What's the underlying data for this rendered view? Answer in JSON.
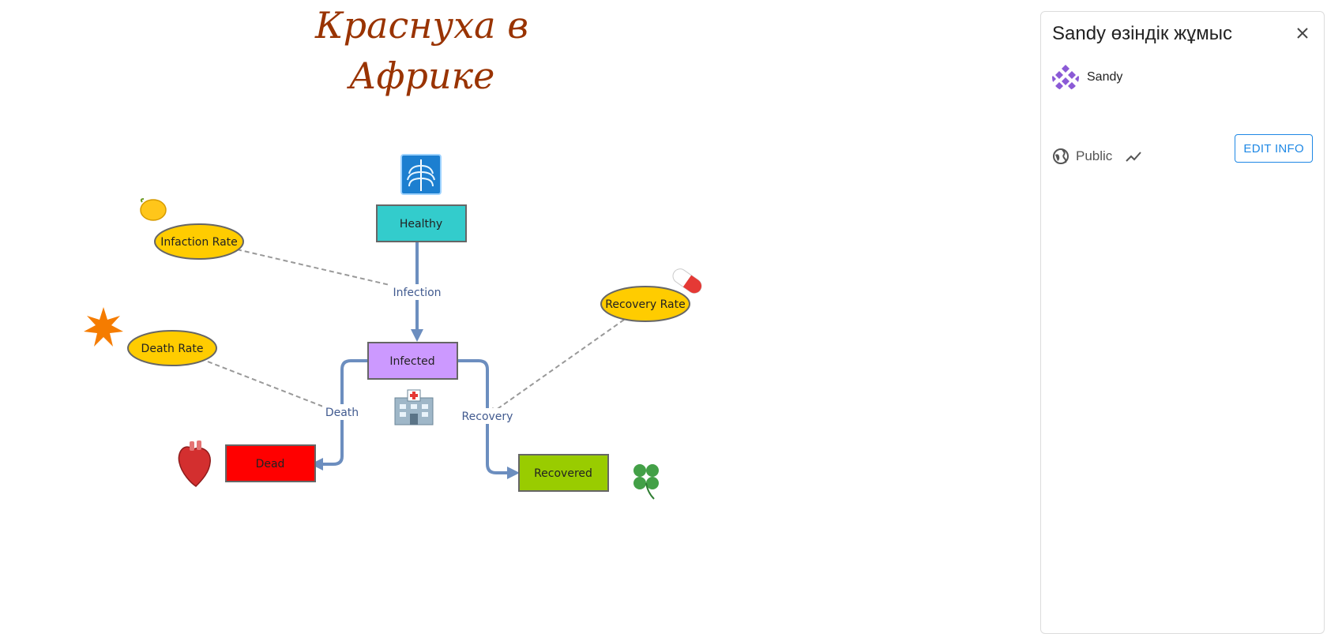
{
  "diagram": {
    "title_line1": "Краснуха в",
    "title_line2": "Африке",
    "stocks": {
      "healthy": "Healthy",
      "infected": "Infected",
      "dead": "Dead",
      "recovered": "Recovered"
    },
    "flows": {
      "infection": "Infection",
      "death": "Death",
      "recovery": "Recovery"
    },
    "variables": {
      "infection_rate": "Infaction Rate",
      "death_rate": "Death Rate",
      "recovery_rate": "Recovery Rate"
    },
    "emojis": {
      "xray": "🩻",
      "lemon": "🍋",
      "pill": "💊",
      "burst": "✴️",
      "hospital": "🏥",
      "heart": "🫀",
      "clover": "🍀"
    },
    "colors": {
      "healthy": "#33cccc",
      "infected": "#cc99ff",
      "dead": "#ff0000",
      "recovered": "#99cc00",
      "variable": "#ffcc00",
      "flow": "#6c8ebf",
      "title": "#993300"
    }
  },
  "panel": {
    "title": "Sandy өзіндік жұмыс",
    "owner": "Sandy",
    "visibility": "Public",
    "edit_button": "EDIT INFO",
    "icons": {
      "close": "close-icon",
      "globe": "globe-icon",
      "trend": "trend-icon",
      "avatar": "avatar-pattern"
    }
  }
}
